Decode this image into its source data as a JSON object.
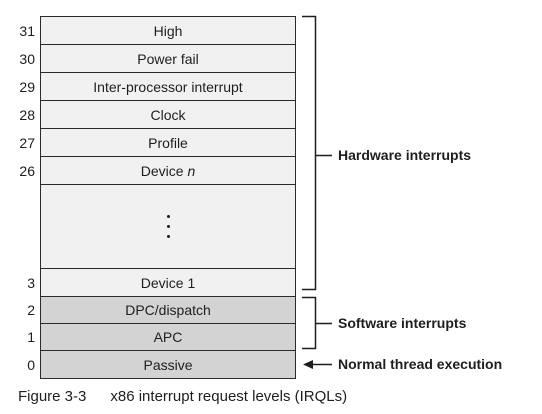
{
  "figure": {
    "levels": [
      {
        "irql": "31",
        "label": "High"
      },
      {
        "irql": "30",
        "label": "Power fail"
      },
      {
        "irql": "29",
        "label": "Inter-processor interrupt"
      },
      {
        "irql": "28",
        "label": "Clock"
      },
      {
        "irql": "27",
        "label": "Profile"
      },
      {
        "irql": "26",
        "label": "Device",
        "label_italic": "n"
      },
      {
        "irql": "3",
        "label": "Device 1"
      },
      {
        "irql": "2",
        "label": "DPC/dispatch"
      },
      {
        "irql": "1",
        "label": "APC"
      },
      {
        "irql": "0",
        "label": "Passive"
      }
    ],
    "gap_icon": "vertical-ellipsis-icon",
    "groups": {
      "hardware": "Hardware interrupts",
      "software": "Software interrupts",
      "normal": "Normal thread execution"
    },
    "normal_arrow_icon": "left-arrow-icon"
  },
  "caption": {
    "number": "Figure 3-3",
    "title": "x86 interrupt request levels (IRQLs)"
  },
  "colors": {
    "cell": "#f1f1f1",
    "shaded_cell": "#d3d3d3",
    "outline": "#2a2a2a",
    "text": "#1e1e1e"
  }
}
